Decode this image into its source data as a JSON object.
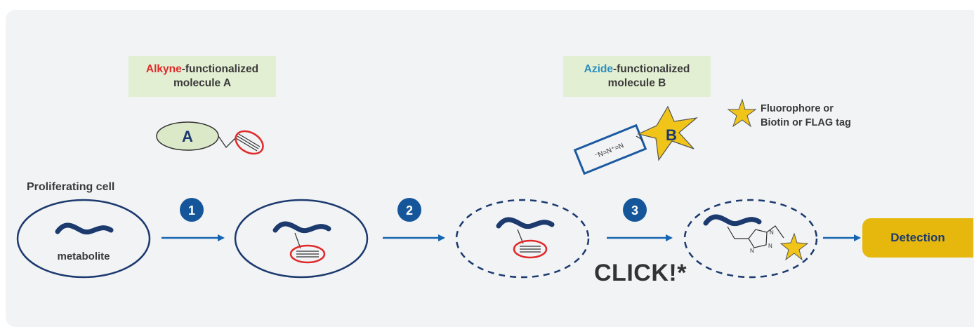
{
  "colors": {
    "background": "#f1f3f5",
    "label_box": "#e3efd3",
    "navy": "#1c3a6e",
    "arrow_blue": "#1565b0",
    "step_circle": "#15569a",
    "alkyne_red": "#e02a2a",
    "azide_blue": "#2a8fc0",
    "star_yellow": "#f0c419",
    "detection_fill": "#e6b80d",
    "ellipse_A_fill": "#dbe9c9"
  },
  "molecule_a": {
    "highlight": "Alkyne",
    "rest": "-functionalized",
    "line2": "molecule A",
    "letter": "A"
  },
  "molecule_b": {
    "highlight": "Azide",
    "rest": "-functionalized",
    "line2": "molecule B",
    "letter": "B",
    "azide_formula": "⁻N=N⁺=N"
  },
  "legend": {
    "line1": "Fluorophore or",
    "line2": "Biotin or FLAG tag"
  },
  "cell_label": "Proliferating cell",
  "metabolite_label": "metabolite",
  "steps": [
    "1",
    "2",
    "3"
  ],
  "click_label": "CLICK!*",
  "triazole_atoms": [
    "N",
    "N",
    "N"
  ],
  "detection_label": "Detection"
}
